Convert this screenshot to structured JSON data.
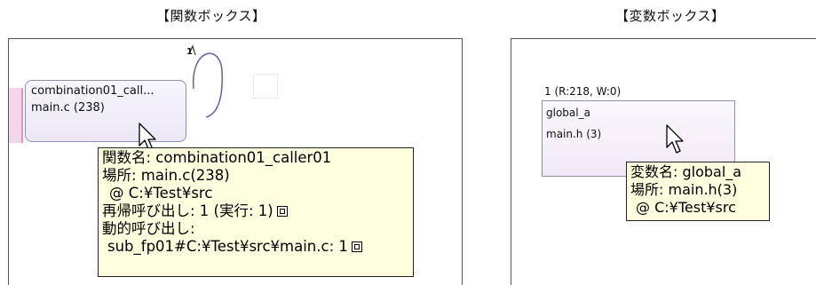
{
  "function_box": {
    "caption": "【関数ボックス】",
    "node": {
      "line1": "combination01_call...",
      "line2": "main.c (238)"
    },
    "self_call_count": "1",
    "tooltip": {
      "name_line": "関数名: combination01_caller01",
      "location_line": "場所: main.c(238)",
      "path_line": "@ C:¥Test¥src",
      "recursive_line": "再帰呼び出し: 1 (実行: 1)",
      "dynamic_line": "動的呼び出し:",
      "dynamic_detail_line": "sub_fp01#C:¥Test¥src¥main.c: 1"
    }
  },
  "variable_box": {
    "caption": "【変数ボックス】",
    "access_label": "1 (R:218, W:0)",
    "node": {
      "line1": "global_a",
      "line2": "main.h (3)"
    },
    "tooltip": {
      "name_line": "変数名: global_a",
      "location_line": "場所: main.h(3)",
      "path_line": "@ C:¥Test¥src"
    }
  },
  "colors": {
    "node_border": "#8f8fb8",
    "node_fill": "#ece7f6",
    "tooltip_fill": "#ffffdf",
    "edge_pink": "#e58fcc"
  }
}
